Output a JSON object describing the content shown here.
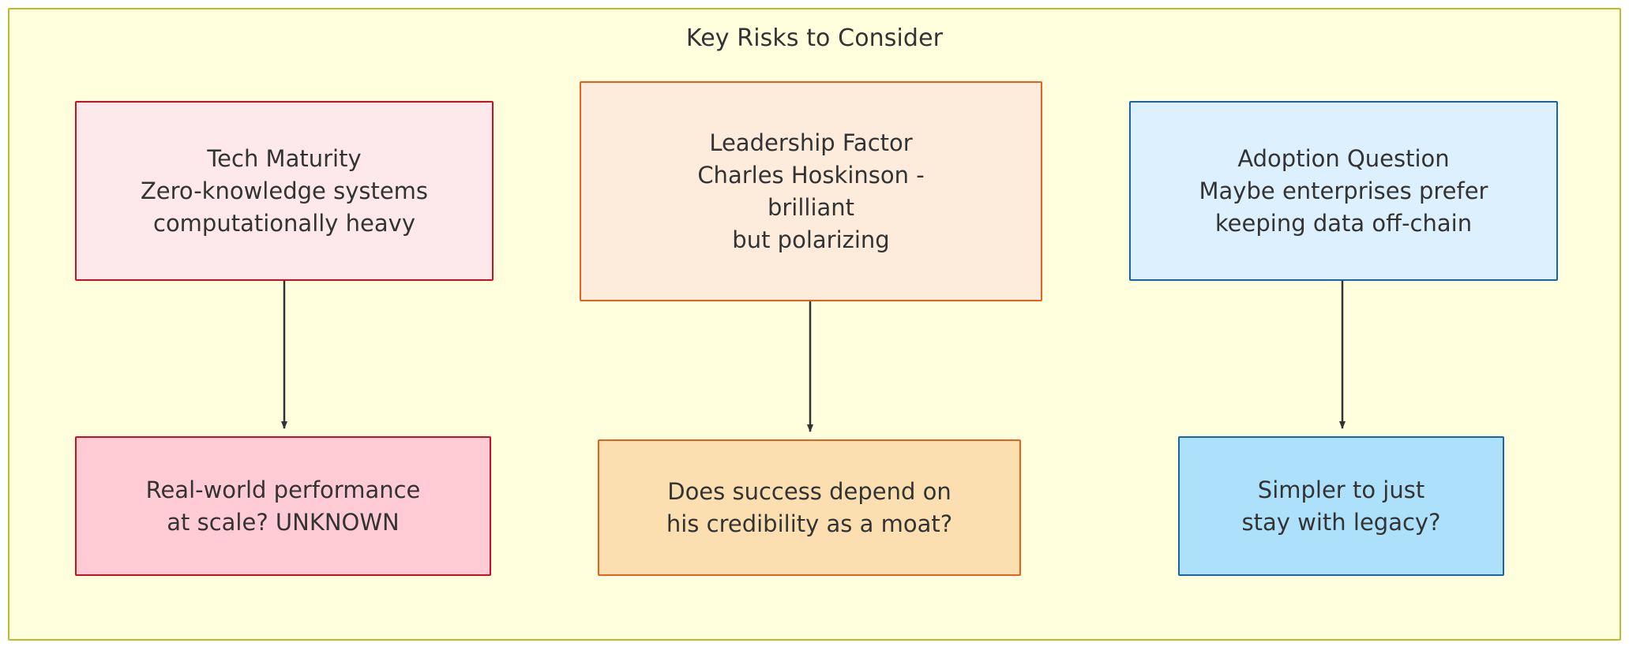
{
  "diagram": {
    "type": "flowchart",
    "title": "Key Risks to Consider",
    "frame": {
      "border_color": "#bbbb33",
      "fill_color": "#ffffde"
    },
    "edge_color": "#333333",
    "text_color": "#333333",
    "nodes": {
      "tech_maturity": {
        "id": "tech-maturity",
        "lines": [
          "Tech Maturity",
          "Zero-knowledge systems",
          "computationally heavy"
        ],
        "line1": "Tech Maturity",
        "line2": "Zero-knowledge systems",
        "line3": "computationally heavy",
        "fill_color": "#fde8ec",
        "border_color": "#cc0d23"
      },
      "leadership_factor": {
        "id": "leadership-factor",
        "lines": [
          "Leadership Factor",
          "Charles Hoskinson -",
          "brilliant",
          "but polarizing"
        ],
        "line1": "Leadership Factor",
        "line2": "Charles Hoskinson -",
        "line3": "brilliant",
        "line4": "but polarizing",
        "fill_color": "#fdebdc",
        "border_color": "#e8601c"
      },
      "adoption_question": {
        "id": "adoption-question",
        "lines": [
          "Adoption Question",
          "Maybe enterprises prefer",
          "keeping data off-chain"
        ],
        "line1": "Adoption Question",
        "line2": "Maybe enterprises prefer",
        "line3": "keeping data off-chain",
        "fill_color": "#ddf0fd",
        "border_color": "#1565a8"
      },
      "performance_unknown": {
        "id": "performance-unknown",
        "lines": [
          "Real-world performance",
          "at scale? UNKNOWN"
        ],
        "line1": "Real-world performance",
        "line2": "at scale? UNKNOWN",
        "fill_color": "#ffccd5",
        "border_color": "#cc0d23"
      },
      "credibility_moat": {
        "id": "credibility-moat",
        "lines": [
          "Does success depend on",
          "his credibility as a moat?"
        ],
        "line1": "Does success depend on",
        "line2": "his credibility as a moat?",
        "fill_color": "#fcdfb0",
        "border_color": "#e8601c"
      },
      "stay_legacy": {
        "id": "stay-legacy",
        "lines": [
          "Simpler to just",
          "stay with legacy?"
        ],
        "line1": "Simpler to just",
        "line2": "stay with legacy?",
        "fill_color": "#ace0fb",
        "border_color": "#1565a8"
      }
    },
    "edges": [
      {
        "from": "tech_maturity",
        "to": "performance_unknown",
        "label": "",
        "arrow": "arrowhead-down"
      },
      {
        "from": "leadership_factor",
        "to": "credibility_moat",
        "label": "",
        "arrow": "arrowhead-down"
      },
      {
        "from": "adoption_question",
        "to": "stay_legacy",
        "label": "",
        "arrow": "arrowhead-down"
      }
    ]
  }
}
